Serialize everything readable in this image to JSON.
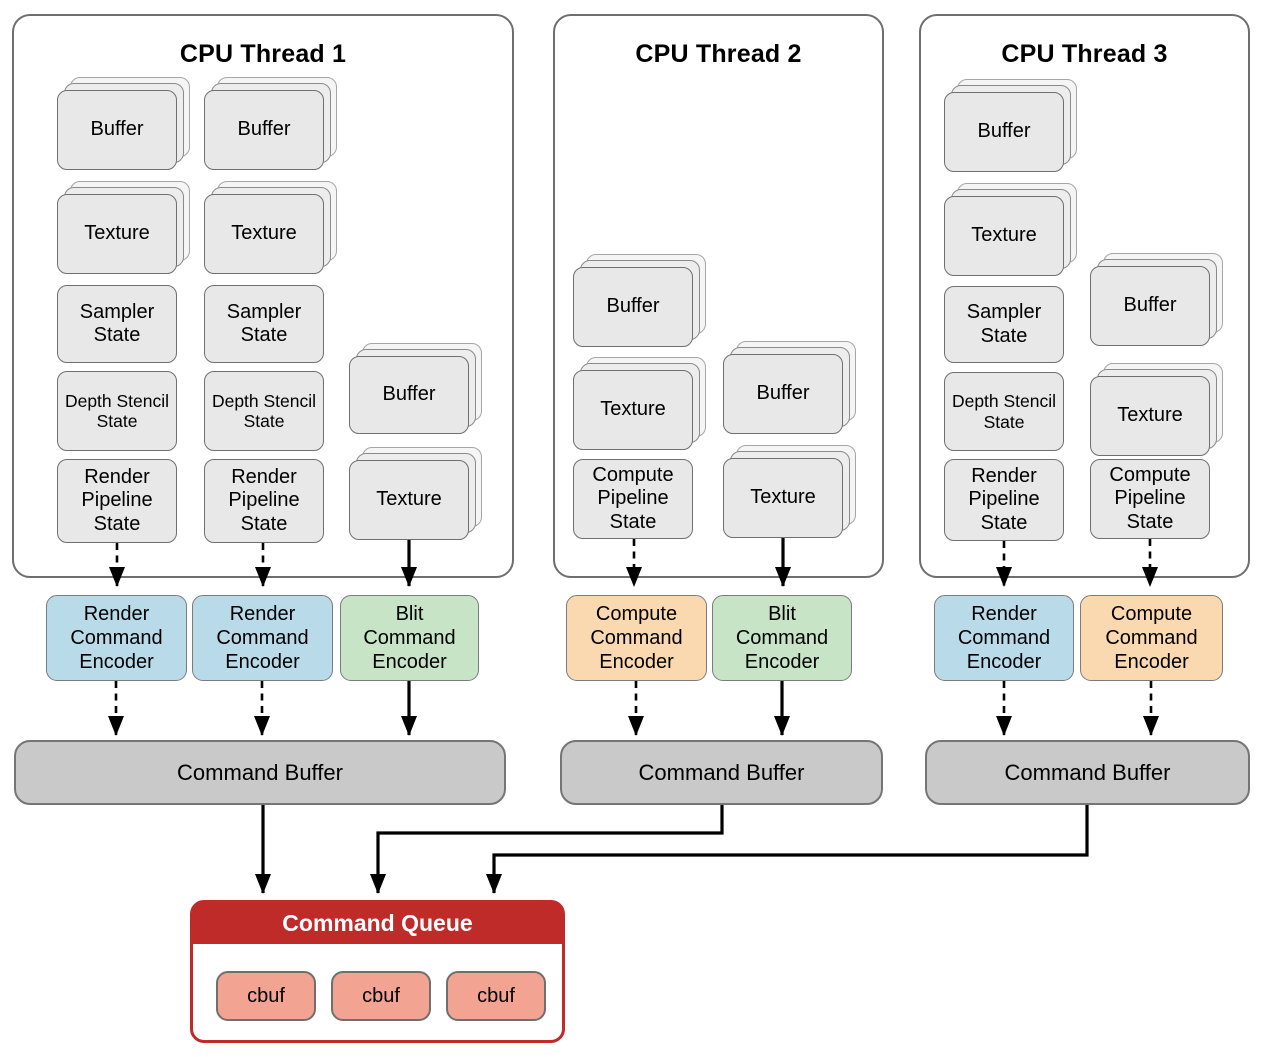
{
  "colors": {
    "panel-border": "#6e6e6e",
    "resource-fill": "#e8e8e8",
    "resource-border": "#6f6f6f",
    "render-encoder-fill": "#b9dbe9",
    "blit-encoder-fill": "#c7e5c6",
    "compute-encoder-fill": "#fbd9b0",
    "command-buffer-fill": "#c9c9c9",
    "queue-red": "#bf2b28",
    "cbuf-fill": "#f2a391",
    "arrow-black": "#000000"
  },
  "threads": [
    {
      "title": "CPU Thread 1",
      "resources": [
        {
          "label": "Buffer",
          "stacked": true
        },
        {
          "label": "Texture",
          "stacked": true
        },
        {
          "label": "Sampler State",
          "stacked": false
        },
        {
          "label": "Depth Stencil State",
          "stacked": false
        },
        {
          "label": "Render Pipeline State",
          "stacked": false
        },
        {
          "label": "Buffer",
          "stacked": true
        },
        {
          "label": "Texture",
          "stacked": true
        },
        {
          "label": "Sampler State",
          "stacked": false
        },
        {
          "label": "Depth Stencil State",
          "stacked": false
        },
        {
          "label": "Render Pipeline State",
          "stacked": false
        },
        {
          "label": "Buffer",
          "stacked": true
        },
        {
          "label": "Texture",
          "stacked": true
        }
      ],
      "encoders": [
        {
          "label": "Render Command Encoder",
          "type": "render"
        },
        {
          "label": "Render Command Encoder",
          "type": "render"
        },
        {
          "label": "Blit Command Encoder",
          "type": "blit"
        }
      ],
      "command_buffer_label": "Command Buffer"
    },
    {
      "title": "CPU Thread 2",
      "resources": [
        {
          "label": "Buffer",
          "stacked": true
        },
        {
          "label": "Texture",
          "stacked": true
        },
        {
          "label": "Compute Pipeline State",
          "stacked": false
        },
        {
          "label": "Buffer",
          "stacked": true
        },
        {
          "label": "Texture",
          "stacked": true
        }
      ],
      "encoders": [
        {
          "label": "Compute Command Encoder",
          "type": "compute"
        },
        {
          "label": "Blit Command Encoder",
          "type": "blit"
        }
      ],
      "command_buffer_label": "Command Buffer"
    },
    {
      "title": "CPU Thread 3",
      "resources": [
        {
          "label": "Buffer",
          "stacked": true
        },
        {
          "label": "Texture",
          "stacked": true
        },
        {
          "label": "Sampler State",
          "stacked": false
        },
        {
          "label": "Depth Stencil State",
          "stacked": false
        },
        {
          "label": "Render Pipeline State",
          "stacked": false
        },
        {
          "label": "Buffer",
          "stacked": true
        },
        {
          "label": "Texture",
          "stacked": true
        },
        {
          "label": "Compute Pipeline State",
          "stacked": false
        }
      ],
      "encoders": [
        {
          "label": "Render Command Encoder",
          "type": "render"
        },
        {
          "label": "Compute Command Encoder",
          "type": "compute"
        }
      ],
      "command_buffer_label": "Command Buffer"
    }
  ],
  "command_queue": {
    "title": "Command Queue",
    "items": [
      {
        "label": "cbuf"
      },
      {
        "label": "cbuf"
      },
      {
        "label": "cbuf"
      }
    ]
  }
}
